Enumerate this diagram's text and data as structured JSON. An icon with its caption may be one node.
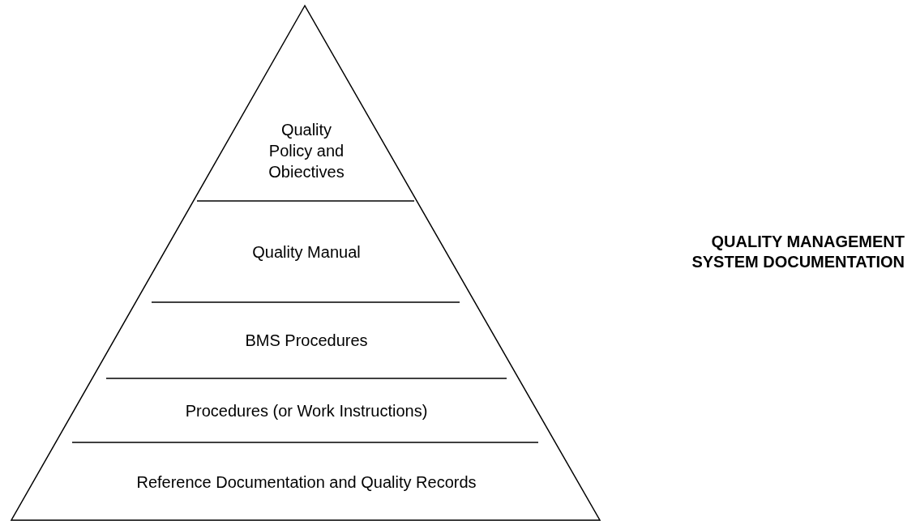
{
  "diagram": {
    "title": "QUALITY MANAGEMENT SYSTEM DOCUMENTATION",
    "nodes": [
      {
        "text": [
          "Quality Policy and Obiectives"
        ]
      },
      {
        "text": [
          "Quality Manual"
        ]
      },
      {
        "text": [
          "BMS Procedures"
        ]
      },
      {
        "text": [
          "Procedures (or Work Instructions)"
        ]
      },
      {
        "text": [
          "Reference Documentation and Quality Records"
        ]
      }
    ]
  }
}
